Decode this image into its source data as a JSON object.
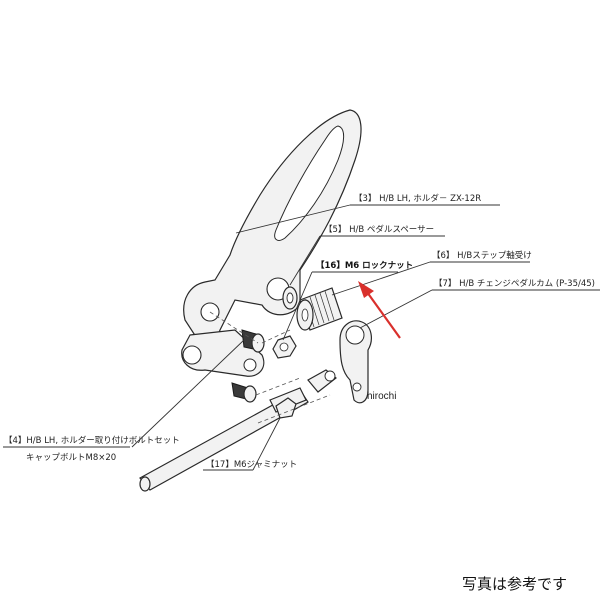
{
  "labels": {
    "holder": "【3】 H/B  LH, ホルダ－  ZX-12R",
    "pedal_spacer": "【5】 H/B  ペダルスペーサー",
    "lock_nut": "【16】M6  ロックナット",
    "step_shaft": "【6】 H/Bステップ軸受け",
    "change_cam": "【7】 H/B  チェンジペダルカム  (P-35/45)",
    "bolt_set_line1": "【4】H/B  LH, ホルダー取り付けボルトセット",
    "bolt_set_line2": "キャップボルトM8×20",
    "m6_nut": "【17】M6ジャミナット"
  },
  "watermark": "hirochi",
  "caption": "写真は参考です",
  "arrow_color": "#d9302c"
}
